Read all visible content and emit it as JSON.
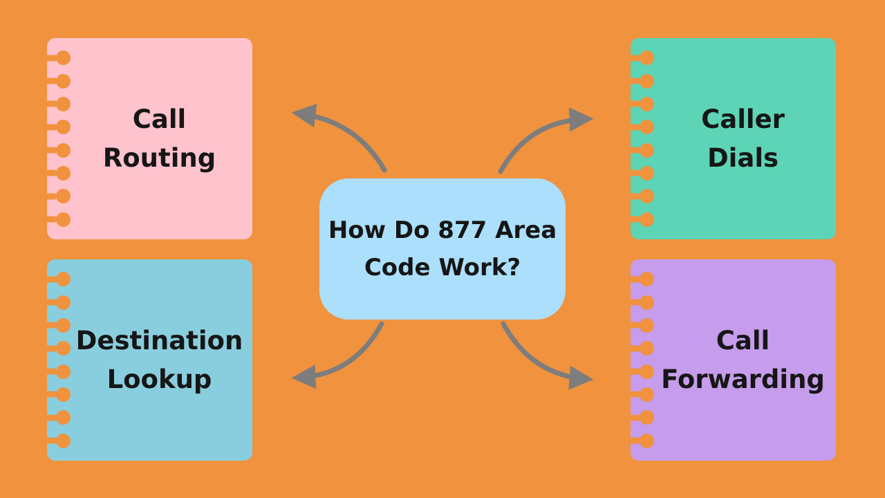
{
  "canvas": {
    "background": "#F0923E"
  },
  "center": {
    "label": "How Do 877 Area Code Work?",
    "lines": [
      "How Do 877 Area",
      "Code Work?"
    ],
    "color": "#ABDFFB"
  },
  "nodes": [
    {
      "id": "call-routing",
      "label": "Call Routing",
      "lines": [
        "Call",
        "Routing"
      ],
      "color": "#FFC3CD",
      "position": "top-left"
    },
    {
      "id": "caller-dials",
      "label": "Caller Dials",
      "lines": [
        "Caller",
        "Dials"
      ],
      "color": "#5DD4B5",
      "position": "top-right"
    },
    {
      "id": "destination-lookup",
      "label": "Destination Lookup",
      "lines": [
        "Destination",
        "Lookup"
      ],
      "color": "#89CEDE",
      "position": "bottom-left"
    },
    {
      "id": "call-forwarding",
      "label": "Call Forwarding",
      "lines": [
        "Call",
        "Forwarding"
      ],
      "color": "#C69CEC",
      "position": "bottom-right"
    }
  ],
  "arrows": {
    "color": "#7D7D7D",
    "count": 4
  }
}
